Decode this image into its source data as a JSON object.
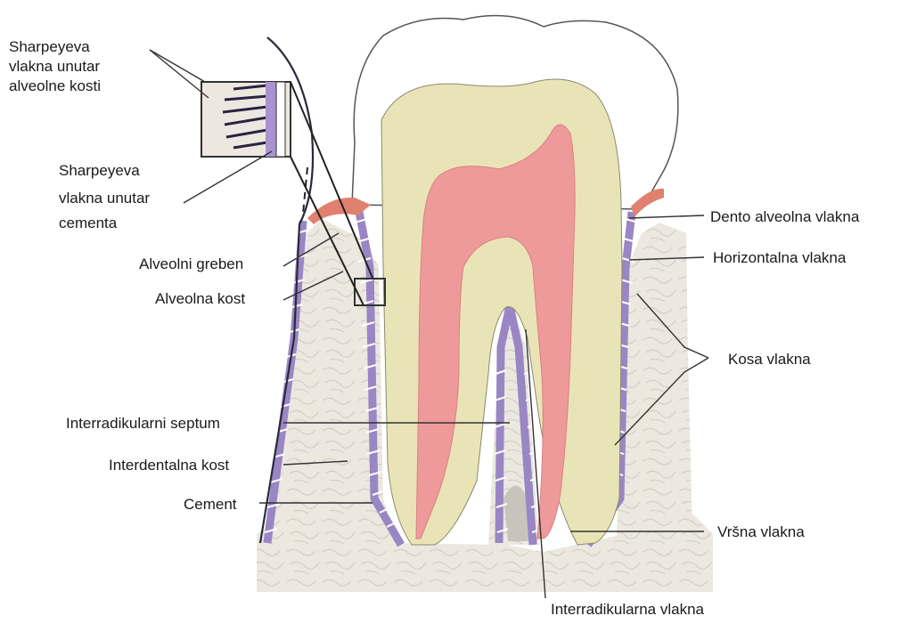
{
  "labels": {
    "sharpey_bone_1": "Sharpeyeva",
    "sharpey_bone_2": "vlakna unutar",
    "sharpey_bone_3": "alveolne kosti",
    "sharpey_cem_1": "Sharpeyeva",
    "sharpey_cem_2": "vlakna unutar",
    "sharpey_cem_3": "cementa",
    "alveolar_crest": "Alveolni greben",
    "alveolar_bone": "Alveolna kost",
    "interradicular_septum": "Interradikularni septum",
    "interdental_bone": "Interdentalna kost",
    "cementum": "Cement",
    "dentoalveolar_fibers": "Dento alveolna vlakna",
    "horizontal_fibers": "Horizontalna vlakna",
    "oblique_fibers": "Kosa vlakna",
    "apical_fibers": "Vršna vlakna",
    "interradicular_fibers": "Interradikularna vlakna"
  },
  "colors": {
    "enamel": "#ffffff",
    "dentin": "#e9e4b7",
    "pulp": "#ef9a9a",
    "bone": "#ebe7df",
    "ligament": "#9a86c4",
    "gingiva": "#e0806f",
    "leader": "#333333"
  }
}
